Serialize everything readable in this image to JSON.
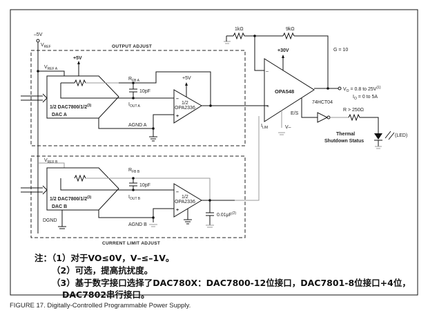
{
  "figure": {
    "caption": "FIGURE 17. Digitally-Controlled Programmable Power Supply."
  },
  "sections": {
    "output_adjust": "OUTPUT ADJUST",
    "current_limit_adjust": "CURRENT LIMIT ADJUST"
  },
  "supply": {
    "neg5v": "–5V",
    "vref": "V",
    "vref_sub": "REF",
    "pos5v_dac": "+5V",
    "pos5v_opa_a": "+5V",
    "pos30v": "+30V"
  },
  "dac_a": {
    "vref_label": "V",
    "vref_sub": "REF A",
    "part": "1/2 DAC7800/1/2",
    "part_sup": "(3)",
    "name": "DAC A",
    "rfb": "R",
    "rfb_sub": "FB A",
    "cap": "10pF",
    "iout": "I",
    "iout_sub": "OUT A",
    "agnd": "AGND A"
  },
  "dac_b": {
    "vref_label": "V",
    "vref_sub": "REF B",
    "part": "1/2 DAC7800/1/2",
    "part_sup": "(3)",
    "name": "DAC B",
    "rfb": "R",
    "rfb_sub": "FB B",
    "cap": "10pF",
    "iout": "I",
    "iout_sub": "OUT B",
    "agnd": "AGND B",
    "dgnd": "DGND",
    "filter_cap": "0.01μF",
    "filter_cap_sup": "(2)"
  },
  "opamp_small": {
    "half": "1/2",
    "part": "OPA2336"
  },
  "power_amp": {
    "part": "OPA548",
    "r1": "1kΩ",
    "r2": "9kΩ",
    "gain": "G = 10",
    "ilim": "I",
    "ilim_sub": "LIM",
    "es": "E/S",
    "vminus": "V–",
    "vo": "V",
    "vo_sub": "O",
    "vo_range": " = 0.8 to 25V",
    "vo_sup": "(1)",
    "io": "I",
    "io_sub": "O",
    "io_range": " = 0 to 5A"
  },
  "status": {
    "inverter": "74HCT04",
    "resistor": "R > 250Ω",
    "title_line1": "Thermal",
    "title_line2": "Shutdown Status",
    "led": "(LED)"
  },
  "notes": [
    "注：（1）对于VO≤0V，V–≤–1V。",
    "（2）可选，提高抗扰度。",
    "（3）基于数字接口选择了DAC780X：DAC7800-12位接口，DAC7801-8位接口+4位，",
    "DAC7802串行接口。"
  ],
  "colors": {
    "line": "#111111",
    "background": "#ffffff"
  }
}
